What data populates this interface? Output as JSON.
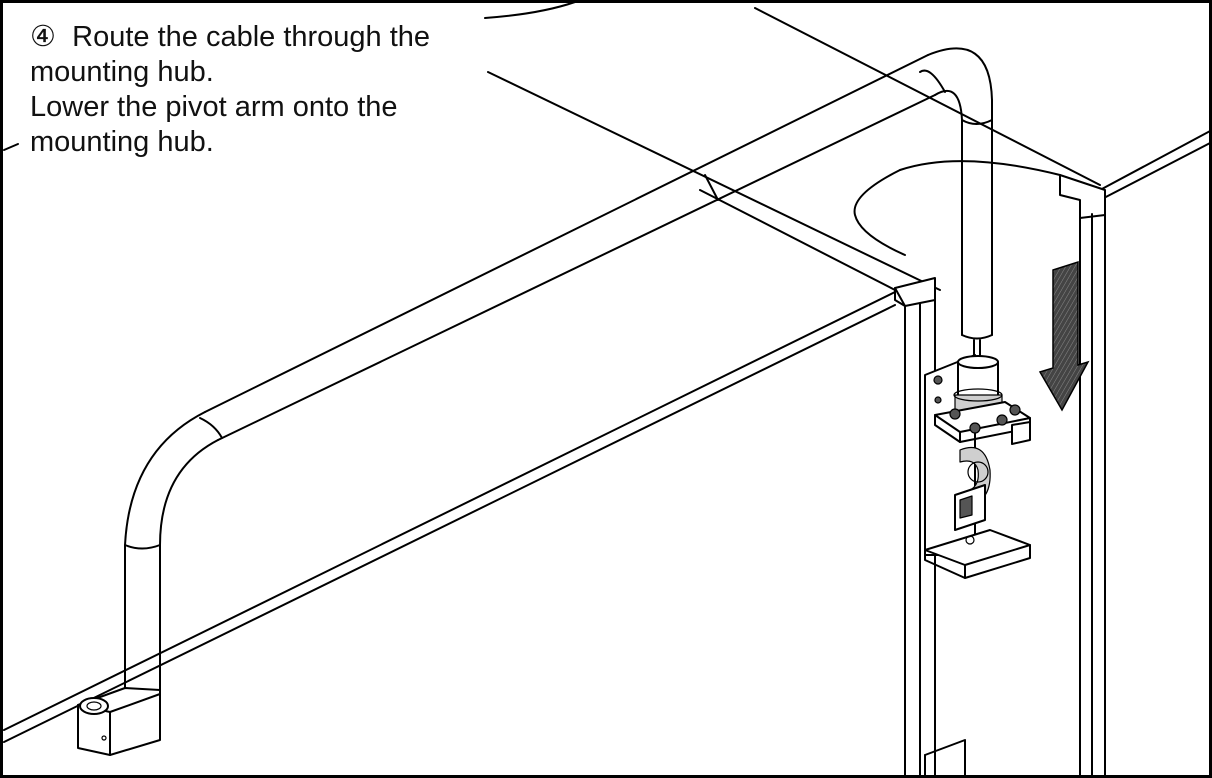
{
  "instructions": {
    "step_number": "④",
    "lines": [
      "Route the cable through the",
      "mounting hub.",
      "Lower the pivot arm onto the",
      "mounting hub."
    ]
  },
  "icons": {
    "direction_arrow": "down-arrow-icon"
  },
  "colors": {
    "line": "#000000",
    "background": "#ffffff",
    "arrow": "#333333"
  }
}
